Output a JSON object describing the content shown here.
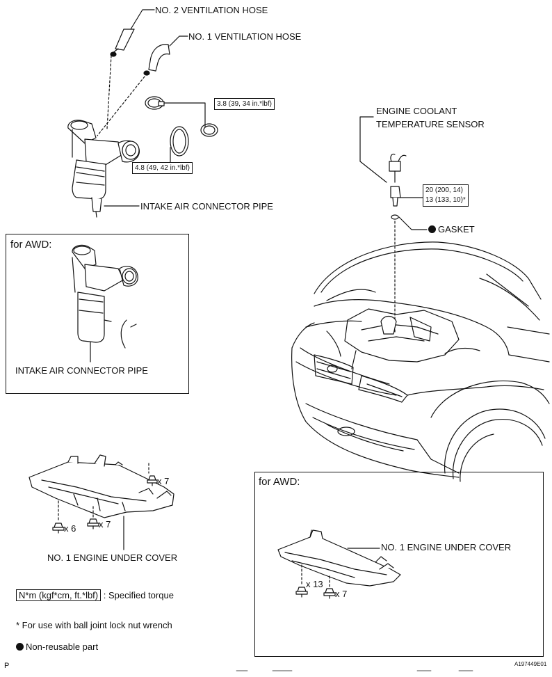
{
  "labels": {
    "no2_hose": "NO. 2 VENTILATION HOSE",
    "no1_hose": "NO. 1 VENTILATION HOSE",
    "torque_upper_clamp": "3.8 (39, 34 in.*lbf)",
    "torque_lower_clamp": "4.8 (49, 42 in.*lbf)",
    "intake_pipe": "INTAKE AIR CONNECTOR PIPE",
    "ects_line1": "ENGINE COOLANT",
    "ects_line2": "TEMPERATURE SENSOR",
    "ects_torque_line1": "20 (200, 14)",
    "ects_torque_line2": "13 (133, 10)*",
    "gasket": "GASKET"
  },
  "awd_intake": {
    "title": "for AWD:",
    "caption": "INTAKE AIR CONNECTOR PIPE"
  },
  "under_cover": {
    "bolts_top": "x 7",
    "bolts_left": "x 6",
    "bolts_mid": "x 7",
    "caption": "NO. 1 ENGINE UNDER COVER"
  },
  "awd_under_cover": {
    "title": "for AWD:",
    "caption": "NO. 1 ENGINE UNDER COVER",
    "bolts_left": "x 13",
    "bolts_right": "x 7"
  },
  "legend": {
    "torque_box": "N*m (kgf*cm, ft.*lbf)",
    "torque_desc": ": Specified torque",
    "ball_joint_note": "* For use with ball joint lock nut wrench",
    "non_reusable": "Non-reusable part"
  },
  "footer": {
    "page_marker": "P",
    "figure_id": "A197449E01"
  }
}
